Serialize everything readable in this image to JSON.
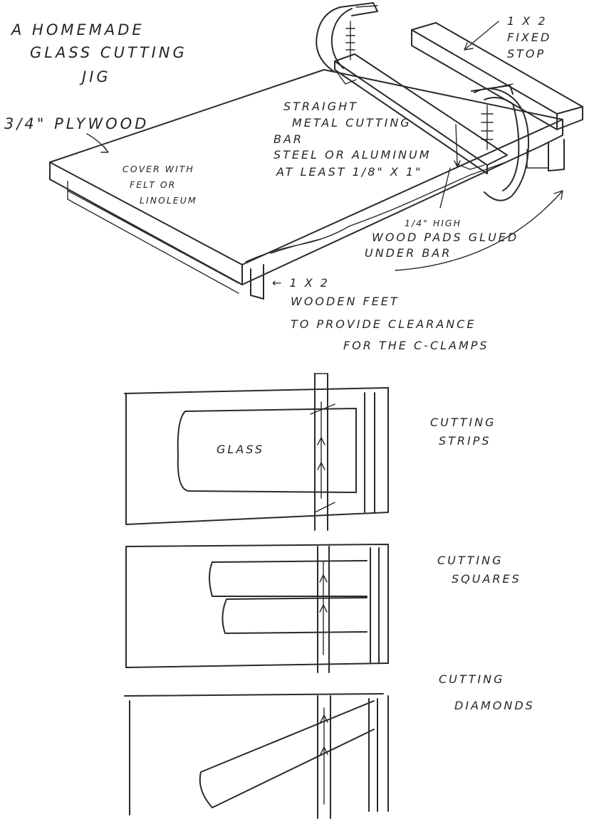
{
  "title": {
    "line1": "A HOMEMADE",
    "line2": "GLASS CUTTING",
    "line3": "JIG"
  },
  "labels": {
    "plywood": "3/4\" PLYWOOD",
    "cover_line1": "COVER WITH",
    "cover_line2": "FELT OR",
    "cover_line3": "LINOLEUM",
    "bar_line1": "STRAIGHT",
    "bar_line2": "METAL CUTTING",
    "bar_line3": "BAR",
    "bar_line4": "STEEL OR ALUMINUM",
    "bar_line5": "AT LEAST 1/8\" x 1\"",
    "stop_line1": "1 x 2",
    "stop_line2": "FIXED",
    "stop_line3": "STOP",
    "pads_line1": "1/4\" HIGH",
    "pads_line2": "WOOD PADS GLUED",
    "pads_line3": "UNDER BAR",
    "feet_line1": "← 1 x 2",
    "feet_line2": "WOODEN FEET",
    "feet_line3": "TO PROVIDE CLEARANCE",
    "feet_line4": "FOR THE C-CLAMPS"
  },
  "views": {
    "strips": {
      "line1": "CUTTING",
      "line2": "STRIPS",
      "glass": "GLASS"
    },
    "squares": {
      "line1": "CUTTING",
      "line2": "SQUARES"
    },
    "diamonds": {
      "line1": "CUTTING",
      "line2": "DIAMONDS"
    }
  },
  "colors": {
    "ink": "#2a2a2a",
    "paper": "#ffffff"
  }
}
